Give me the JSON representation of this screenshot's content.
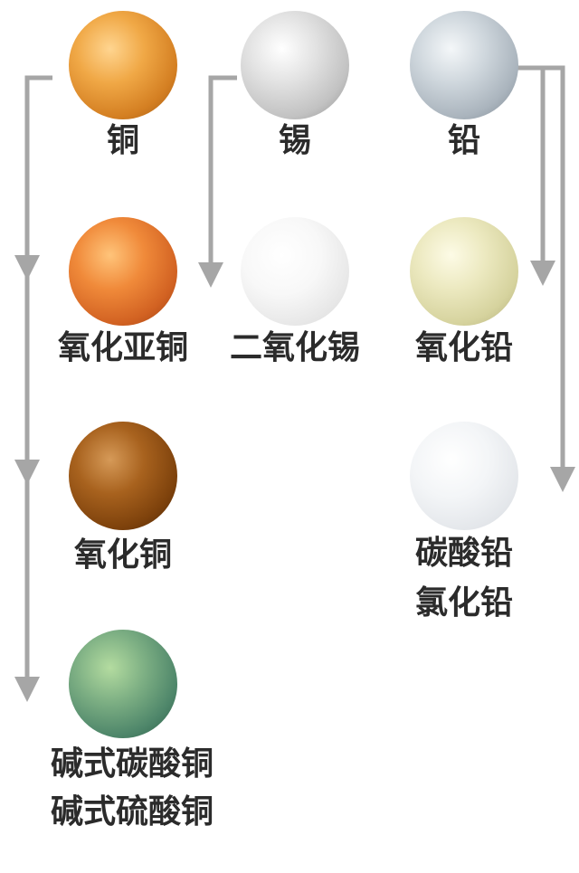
{
  "copper": {
    "name": "铜",
    "products": [
      {
        "name": "氧化亚铜"
      },
      {
        "name": "氧化铜"
      },
      {
        "lines": [
          "碱式碳酸铜",
          "碱式硫酸铜"
        ]
      }
    ]
  },
  "tin": {
    "name": "锡",
    "products": [
      {
        "name": "二氧化锡"
      }
    ]
  },
  "lead": {
    "name": "铅",
    "products": [
      {
        "name": "氧化铅"
      },
      {
        "lines": [
          "碳酸铅",
          "氯化铅"
        ]
      }
    ]
  },
  "colors": {
    "arrow": "#a6a6a6",
    "copper": "#e89a3c",
    "tin": "#c9c9c9",
    "lead": "#b3bcc4",
    "copper_i_oxide": "#e0702a",
    "tin_dioxide": "#f2f2f2",
    "lead_oxide": "#dedbaa",
    "copper_ii_oxide": "#8a4c12",
    "lead_carbonate_chloride": "#eef0f2",
    "copper_basic_salts": "#5f9a72"
  }
}
